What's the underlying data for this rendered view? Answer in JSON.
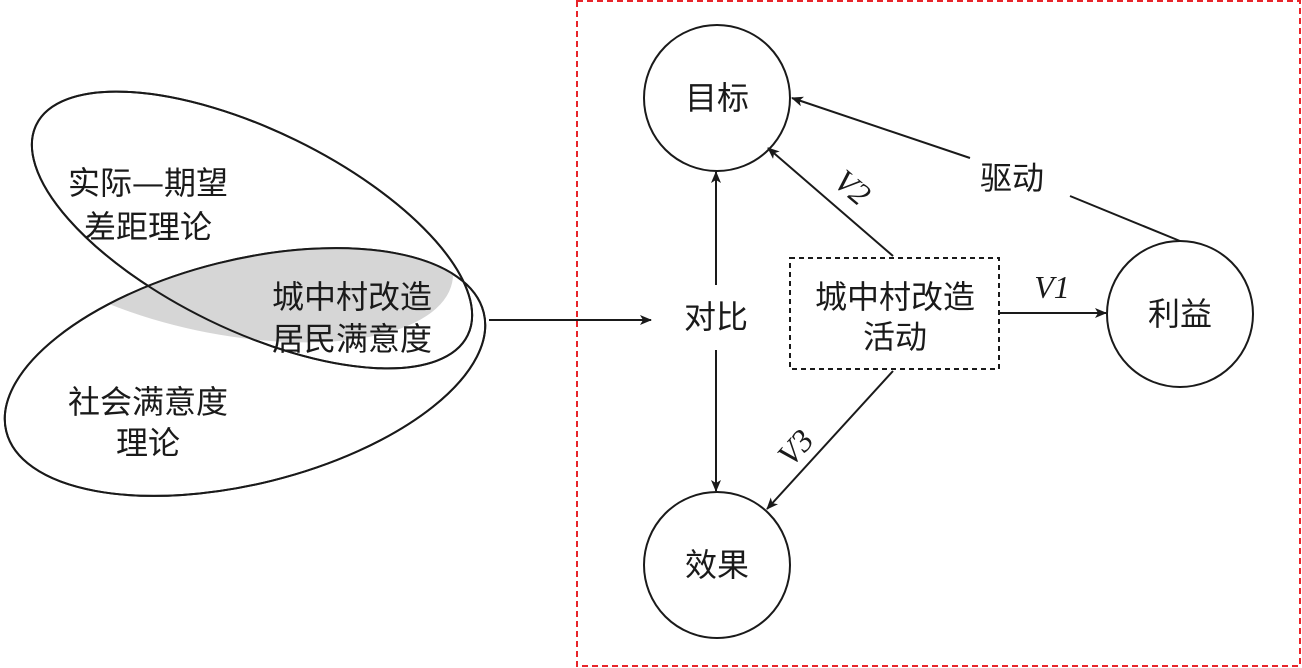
{
  "theories": {
    "left_top": {
      "line1": "实际—期望",
      "line2": "差距理论"
    },
    "left_bottom": {
      "line1": "社会满意度",
      "line2": "理论"
    },
    "overlap": {
      "line1": "城中村改造",
      "line2": "居民满意度"
    }
  },
  "model": {
    "goal": "目标",
    "effect": "效果",
    "interest": "利益",
    "compare": "对比",
    "activity": {
      "line1": "城中村改造",
      "line2": "活动"
    },
    "drive": "驱动",
    "v1": "V1",
    "v2": "V2",
    "v3": "V3"
  },
  "colors": {
    "frame": "#e8242a",
    "overlap_fill": "#d6d6d6",
    "ink": "#1a1a1a"
  }
}
